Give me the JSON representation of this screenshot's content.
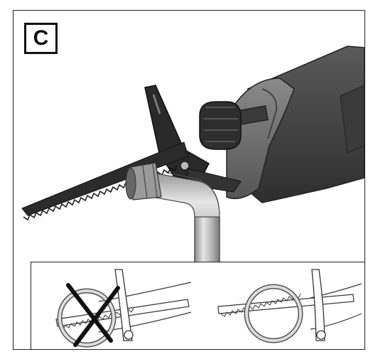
{
  "figure": {
    "label": "C",
    "main_image": "reciprocating-saw-cutting-pipe",
    "insets": [
      {
        "name": "incorrect-position",
        "mark": "cross-icon"
      },
      {
        "name": "correct-position",
        "mark": "none"
      }
    ]
  },
  "colors": {
    "saw_body": "#4a4a4a",
    "saw_grip": "#6e6e6e",
    "blade": "#2b2b2b",
    "pipe": "#b9b9b9",
    "outline": "#222222"
  }
}
